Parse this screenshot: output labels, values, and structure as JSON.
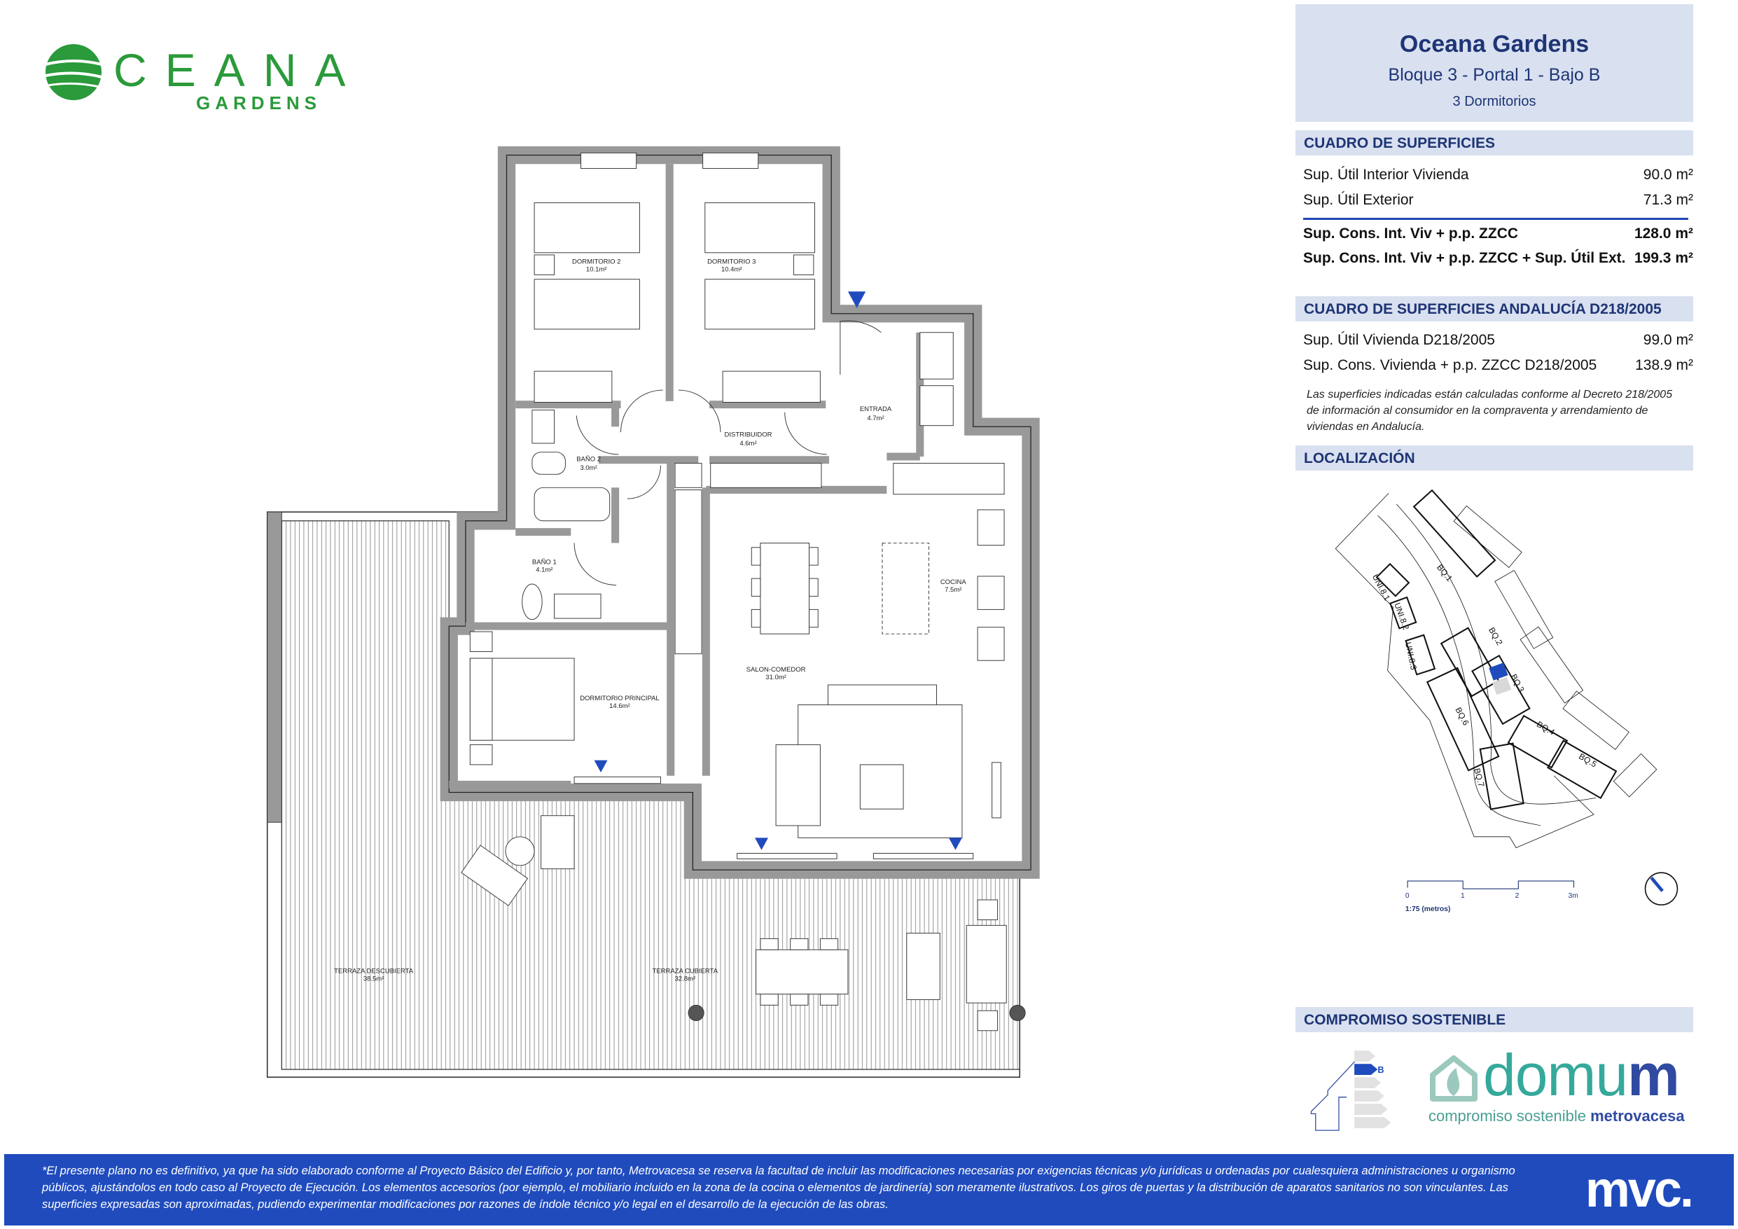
{
  "brand": {
    "logo_word": "CEANA",
    "logo_sub": "GARDENS"
  },
  "header": {
    "title": "Oceana Gardens",
    "unit": "Bloque 3 - Portal 1 - Bajo B",
    "bedrooms": "3 Dormitorios"
  },
  "superficies": {
    "title": "CUADRO DE SUPERFICIES",
    "rows": [
      {
        "label": "Sup. Útil Interior Vivienda",
        "value": "90.0 m²"
      },
      {
        "label": "Sup. Útil Exterior",
        "value": "71.3 m²"
      },
      {
        "label": "Sup. Cons. Int. Viv + p.p. ZZCC",
        "value": "128.0 m²"
      },
      {
        "label": "Sup. Cons. Int. Viv + p.p. ZZCC + Sup. Útil Ext.",
        "value": "199.3 m²"
      }
    ]
  },
  "andalucia": {
    "title": "CUADRO DE SUPERFICIES ANDALUCÍA D218/2005",
    "rows": [
      {
        "label": "Sup. Útil Vivienda D218/2005",
        "value": "99.0 m²"
      },
      {
        "label": "Sup. Cons. Vivienda + p.p. ZZCC D218/2005",
        "value": "138.9 m²"
      }
    ],
    "note": "Las superficies indicadas están calculadas conforme al Decreto 218/2005 de información al consumidor en la compraventa y arrendamiento de viviendas en Andalucía."
  },
  "localizacion": {
    "title": "LOCALIZACIÓN",
    "blocks": [
      "BQ.1",
      "BQ.2",
      "BQ.3",
      "BQ.4",
      "BQ.5",
      "BQ.6",
      "BQ.7",
      "UNI.8.1",
      "UNI.8.2",
      "UNI.8.3"
    ],
    "scale": {
      "ticks": [
        "0",
        "1",
        "2",
        "3m"
      ],
      "label": "1:75 (metros)"
    }
  },
  "sostenible": {
    "title": "COMPROMISO SOSTENIBLE",
    "energy_class": "B",
    "domum_a": "domu",
    "domum_b": "m",
    "tag_a": "compromiso sostenible ",
    "tag_b": "metrovacesa"
  },
  "rooms": [
    {
      "name": "DORMITORIO 2",
      "area": "10.1m²"
    },
    {
      "name": "DORMITORIO 3",
      "area": "10.4m²"
    },
    {
      "name": "ENTRADA",
      "area": "4.7m²"
    },
    {
      "name": "DISTRIBUIDOR",
      "area": "4.6m²"
    },
    {
      "name": "BAÑO 2",
      "area": "3.0m²"
    },
    {
      "name": "BAÑO 1",
      "area": "4.1m²"
    },
    {
      "name": "COCINA",
      "area": "7.5m²"
    },
    {
      "name": "DORMITORIO PRINCIPAL",
      "area": "14.6m²"
    },
    {
      "name": "SALON-COMEDOR",
      "area": "31.0m²"
    },
    {
      "name": "TERRAZA DESCUBIERTA",
      "area": "38.5m²"
    },
    {
      "name": "TERRAZA CUBIERTA",
      "area": "32.8m²"
    }
  ],
  "colors": {
    "accent": "#1f4bbd",
    "panel": "#d9e0f0",
    "heading": "#1e3575",
    "wall": "#999999",
    "brand_green": "#2a9a3a"
  },
  "footer": {
    "disclaimer": "*El presente plano no es definitivo, ya que ha sido elaborado conforme al Proyecto Básico del Edificio y, por tanto, Metrovacesa se reserva la facultad de incluir las modificaciones necesarias por exigencias técnicas y/o jurídicas u ordenadas por cualesquiera administraciones u organismo públicos, ajustándolos en todo caso al Proyecto de Ejecución. Los elementos accesorios (por ejemplo, el mobiliario incluido en la zona de la cocina o elementos de jardinería) son meramente ilustrativos. Los giros de puertas y la distribución de aparatos sanitarios no son vinculantes. Las superficies expresadas son aproximadas, pudiendo experimentar modificaciones por razones de índole técnico y/o legal en el desarrollo de la ejecución de las obras.",
    "logo": "mvc."
  }
}
